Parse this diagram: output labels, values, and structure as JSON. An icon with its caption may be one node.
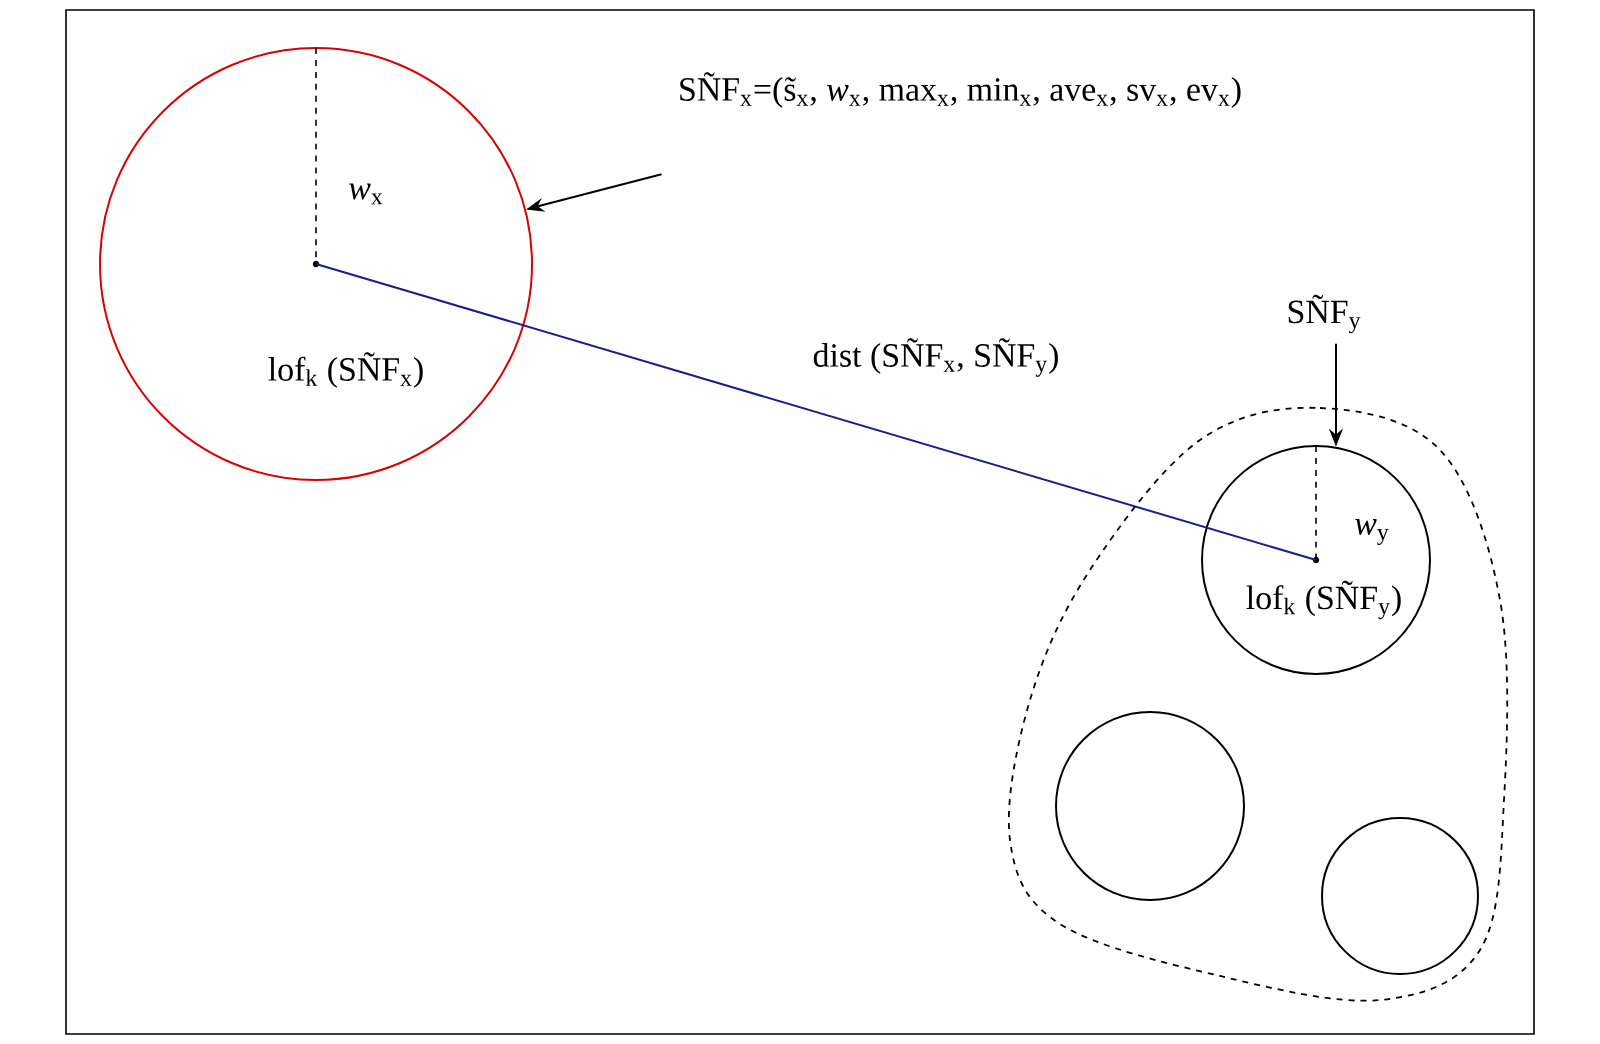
{
  "diagram": {
    "nodes": [
      {
        "text": [
          "SÑF$_{x}$=(s̃$_{x}$, *w*$_{x}$, max$_{x}$, min$_{x}$, ave$_{x}$, sv$_{x}$, ev$_{x}$)"
        ]
      },
      {
        "text": [
          "*w*$_{x}$",
          "lof$_{k}$ (SÑF$_{x}$)"
        ]
      },
      {
        "text": [],
        "shape": "cloud"
      },
      {
        "text": [
          "SÑF$_{y}$"
        ]
      },
      {
        "text": [
          "*w*$_{y}$",
          "lof$_{k}$ (SÑF$_{y}$)"
        ],
        "in": 2
      },
      {
        "text": [],
        "shape": "circle",
        "in": 2
      },
      {
        "text": [],
        "shape": "circle",
        "in": 2
      }
    ],
    "edges": [
      {
        "from": 0,
        "to": 1,
        "arrow": "to"
      },
      {
        "from": 3,
        "to": 4,
        "arrow": "to"
      },
      {
        "from": 1,
        "to": 4,
        "arrow": "none",
        "label": "dist (SÑF$_{x}$, SÑF$_{y}$)",
        "color": "#1c1c8c"
      }
    ]
  }
}
